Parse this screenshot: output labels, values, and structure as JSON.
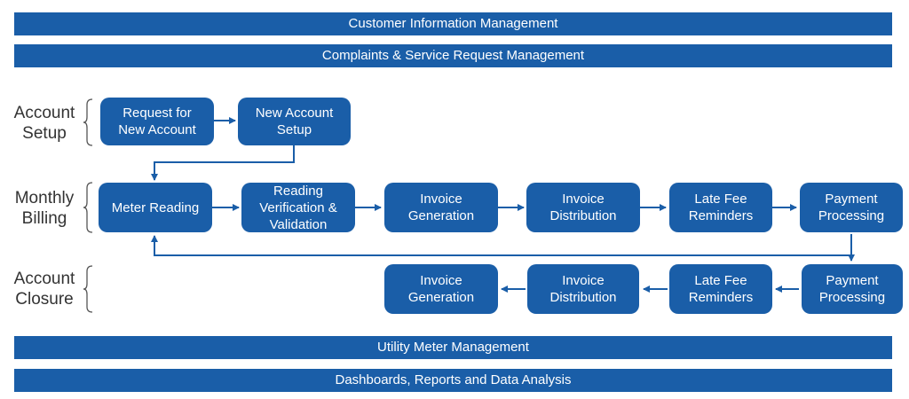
{
  "bands": {
    "customer_info": "Customer Information Management",
    "complaints": "Complaints & Service Request Management",
    "utility_meter": "Utility Meter Management",
    "dashboards": "Dashboards, Reports and Data Analysis"
  },
  "rows": {
    "account_setup": {
      "label": "Account\nSetup",
      "steps": [
        "Request for\nNew Account",
        "New Account\nSetup"
      ]
    },
    "monthly_billing": {
      "label": "Monthly\nBilling",
      "steps": [
        "Meter Reading",
        "Reading\nVerification &\nValidation",
        "Invoice\nGeneration",
        "Invoice\nDistribution",
        "Late Fee\nReminders",
        "Payment\nProcessing"
      ]
    },
    "account_closure": {
      "label": "Account\nClosure",
      "steps": [
        "Payment\nProcessing",
        "Late Fee\nReminders",
        "Invoice\nDistribution",
        "Invoice\nGeneration"
      ]
    }
  },
  "colors": {
    "primary": "#1a5ea8",
    "label_text": "#333333"
  }
}
